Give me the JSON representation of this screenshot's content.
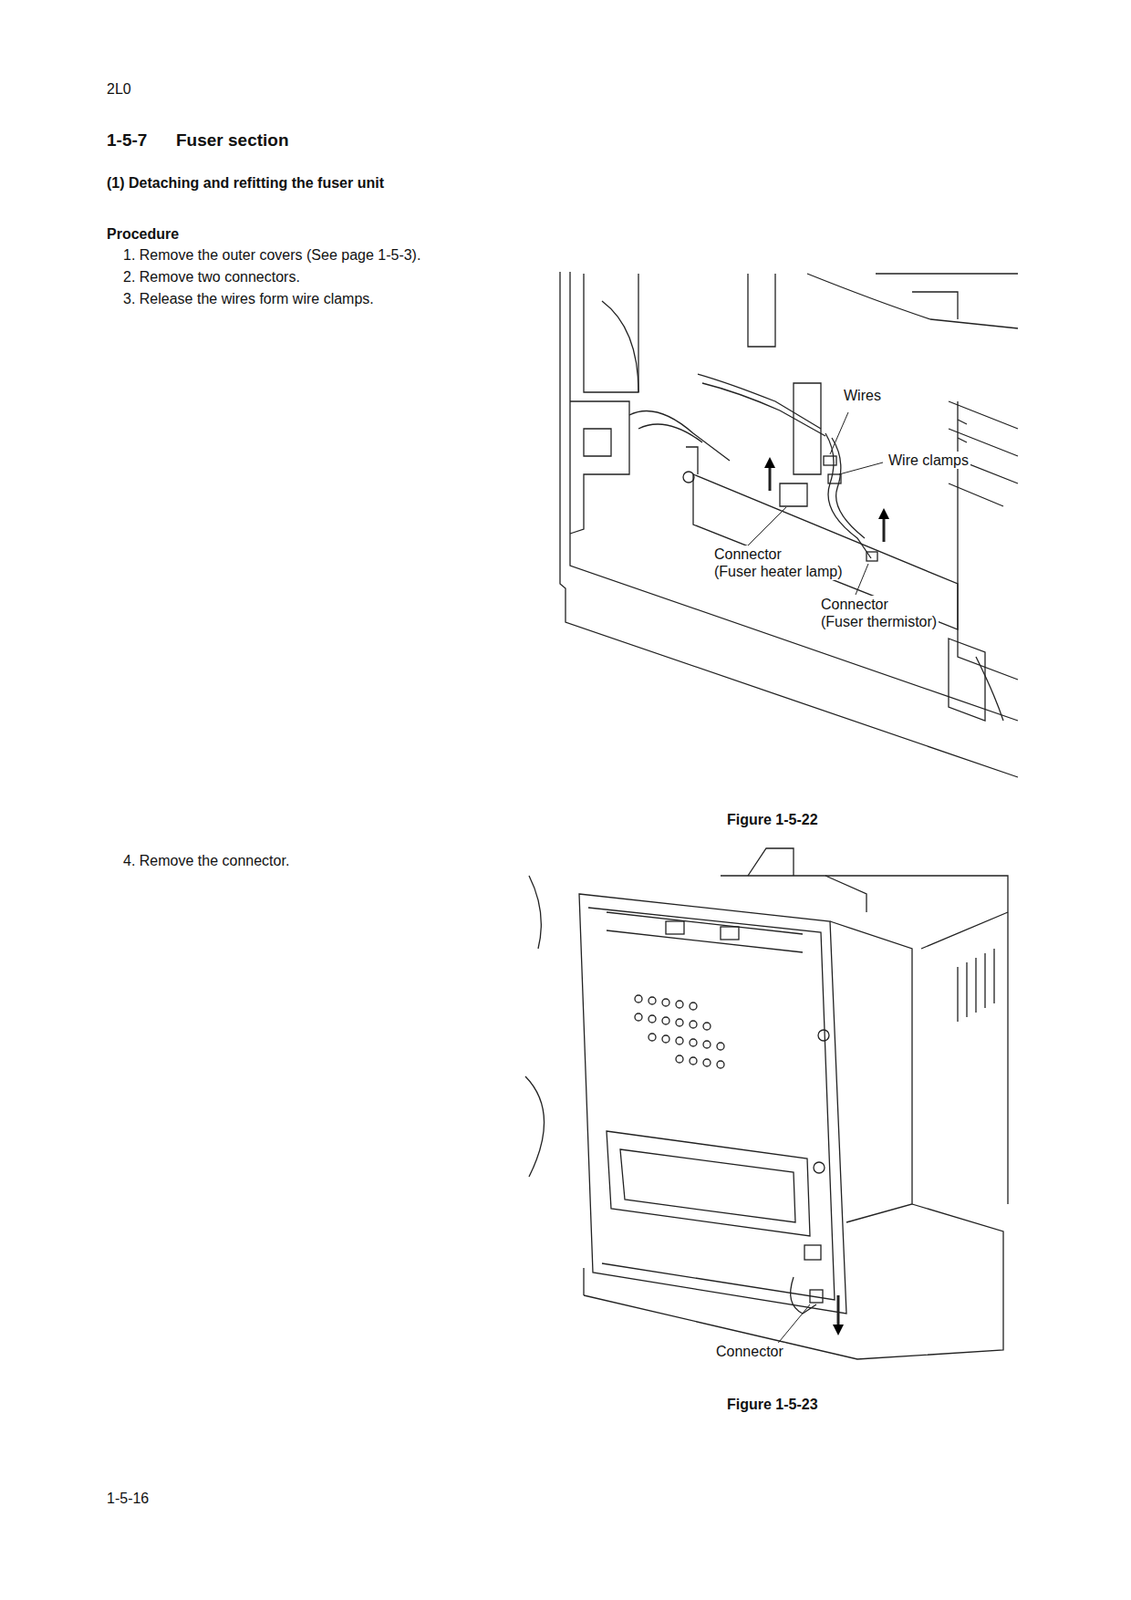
{
  "diagram": {
    "title": "Fuser section",
    "labels": [
      "2L0",
      "1-5-7",
      "(1) Detaching and refitting the fuser unit",
      "Procedure",
      "1. Remove the outer covers (See page 1-5-3).",
      "2. Remove two connectors.",
      "3. Release the wires form wire clamps.",
      "Wires",
      "Wire clamps",
      "Connector (Fuser heater lamp)",
      "Connector (Fuser thermistor)",
      "Figure 1-5-22",
      "4. Remove the connector.",
      "Connector",
      "Figure 1-5-23",
      "1-5-16"
    ]
  }
}
